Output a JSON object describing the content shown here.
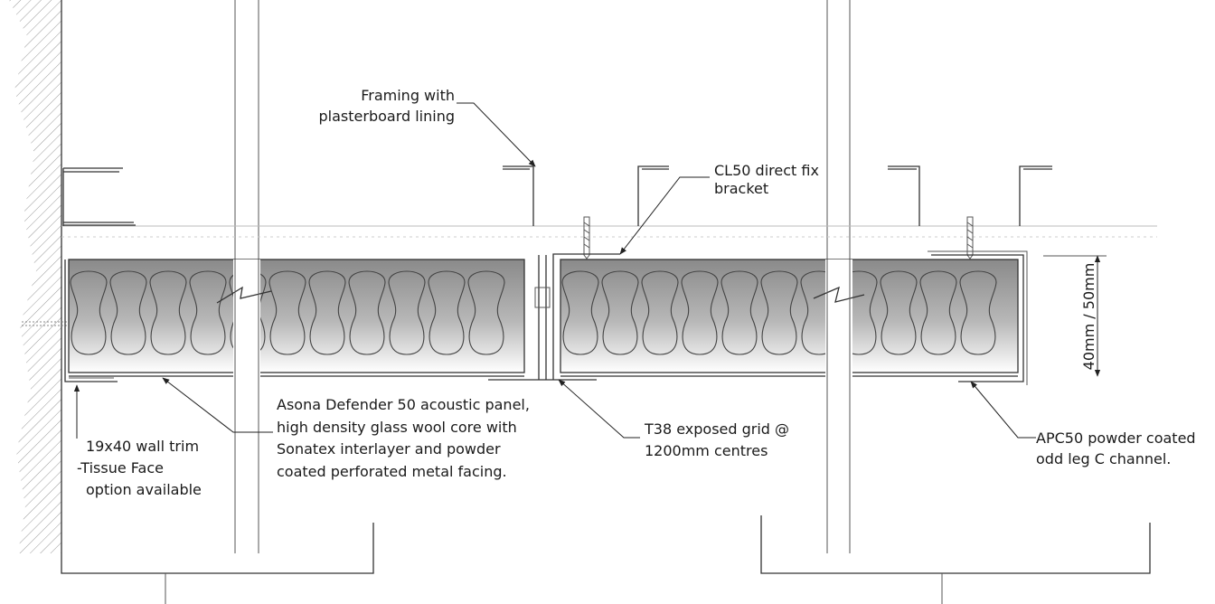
{
  "labels": {
    "framing": [
      "Framing with",
      "plasterboard lining"
    ],
    "bracket": [
      "CL50 direct fix",
      "bracket"
    ],
    "dimension": "40mm / 50mm",
    "panel": [
      "Asona Defender 50 acoustic panel,",
      "high density glass wool core with",
      "Sonatex interlayer and powder",
      "coated perforated metal facing."
    ],
    "wall_trim": [
      "19x40 wall trim",
      "-Tissue Face",
      "option available"
    ],
    "grid": [
      "T38 exposed grid @",
      "1200mm centres"
    ],
    "channel": [
      "APC50 powder coated",
      "odd leg C channel."
    ]
  },
  "colors": {
    "line": "#333333",
    "panel_top": "#8a8a8a",
    "panel_bottom": "#ffffff",
    "hatch": "#9a9a9a"
  }
}
